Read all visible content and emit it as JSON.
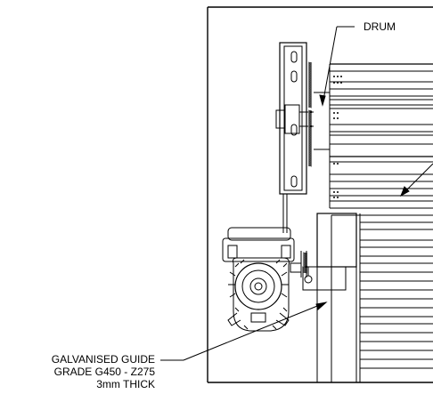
{
  "labels": {
    "drum": "DRUM",
    "guide_lines": [
      "GALVANISED GUIDE",
      "GRADE G450 - Z275",
      "3mm THICK"
    ]
  },
  "colors": {
    "line": "#000000",
    "background": "#ffffff",
    "stroke_light": "#333333"
  }
}
